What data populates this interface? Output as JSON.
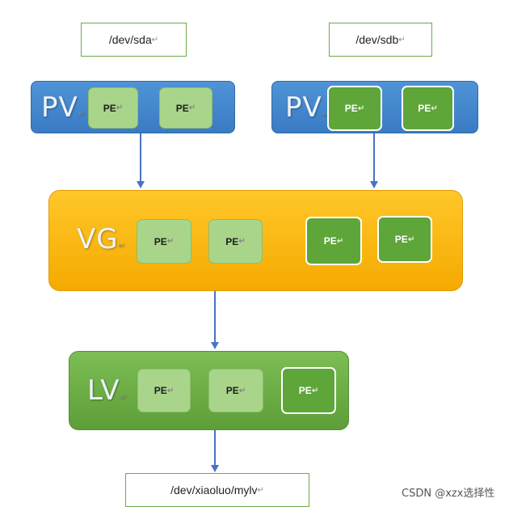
{
  "devices": {
    "sda": "/dev/sda",
    "sdb": "/dev/sdb",
    "mylv": "/dev/xiaoluo/mylv"
  },
  "layers": {
    "pv_left": "PV",
    "pv_right": "PV",
    "vg": "VG",
    "lv": "LV"
  },
  "pe_label": "PE",
  "return_mark": "↵",
  "watermark": "CSDN @xzx选择性",
  "colors": {
    "pv": "#3f86cf",
    "vg": "#fbb814",
    "lv": "#6aaf45",
    "pe_light": "#a9d58a",
    "pe_dark": "#5ea53a",
    "arrow": "#4a72c4"
  }
}
